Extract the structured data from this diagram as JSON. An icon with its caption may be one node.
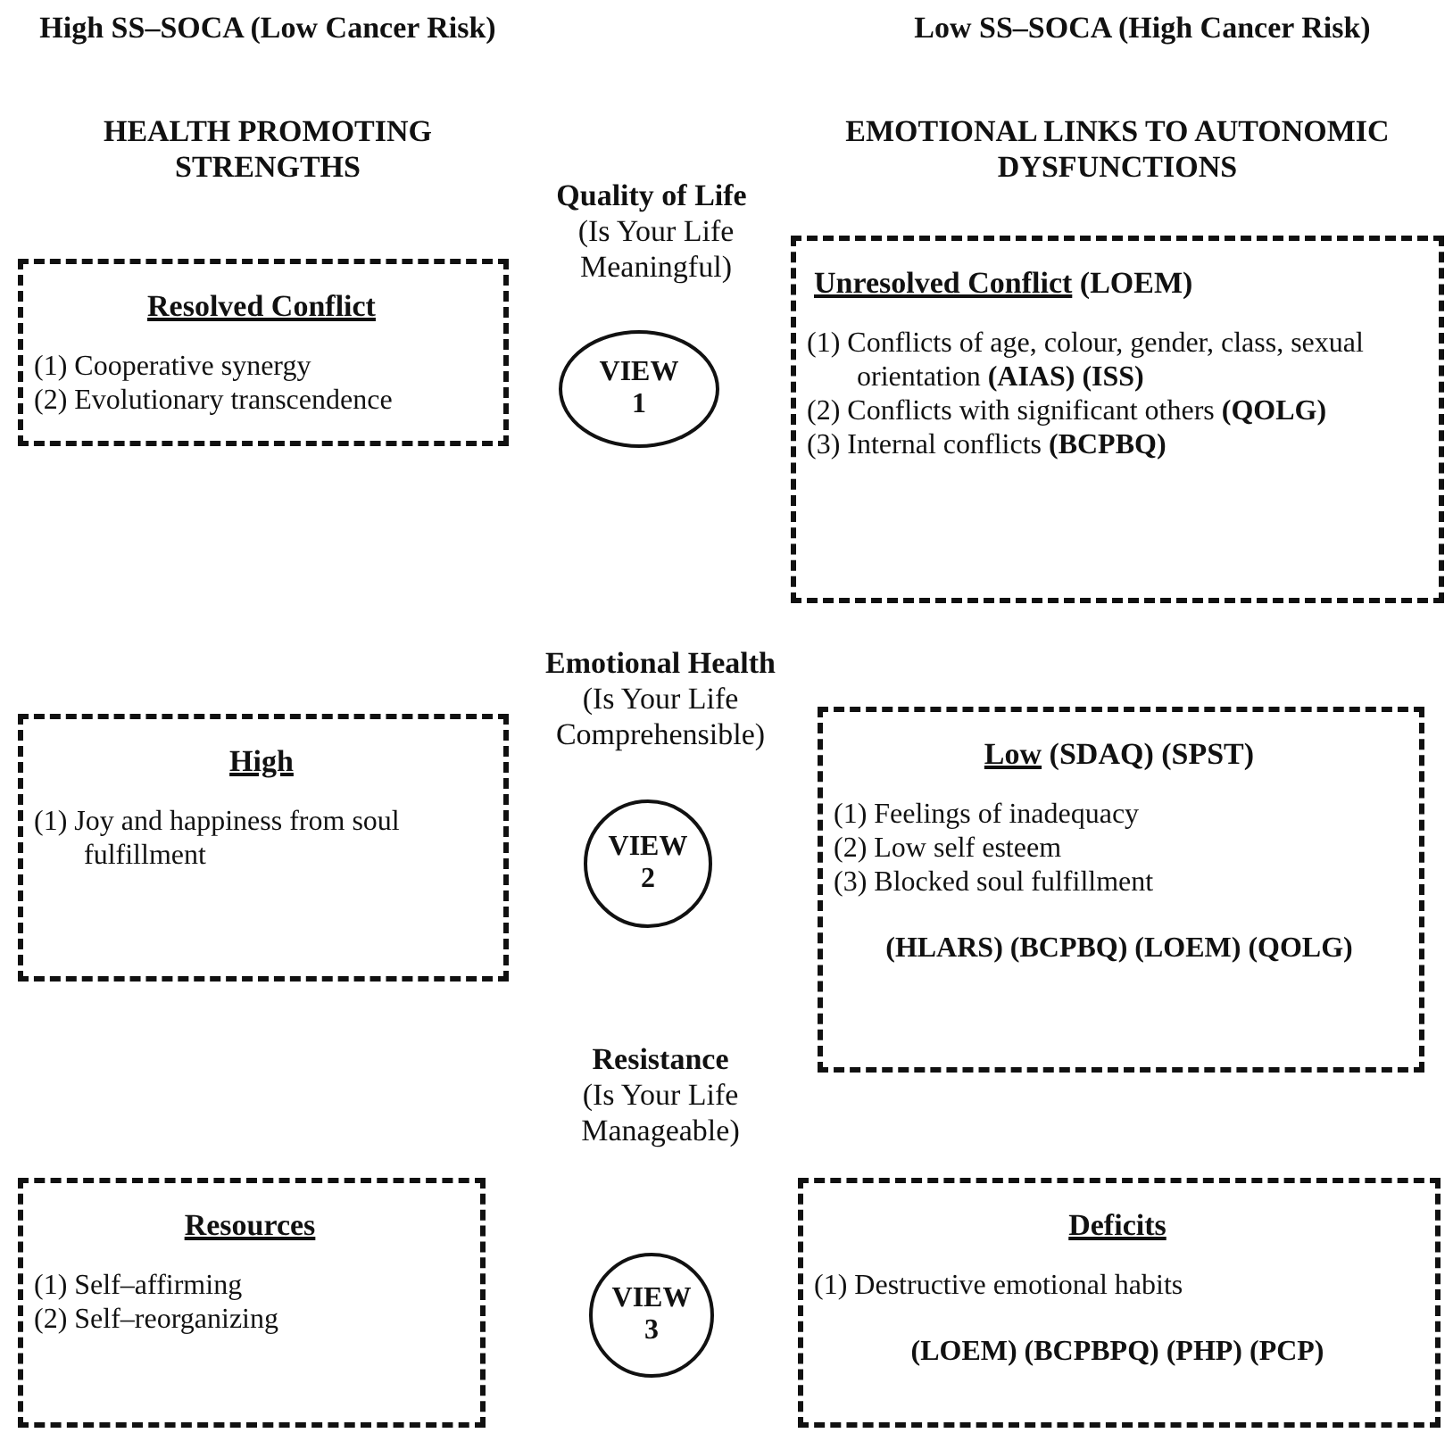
{
  "diagram": {
    "nodes": [
      {
        "text": [
          "Resolved Conflict",
          "(1) Cooperative synergy",
          "(2) Evolutionary transcendence"
        ]
      },
      {
        "text": [
          "VIEW 1"
        ]
      },
      {
        "text": [
          "Unresolved Conflict",
          "(LOEM)",
          "(1) Conflicts of age, colour, gender, class, sexual orientation **(AIAS) (ISS)**",
          "(2) Conflicts with significant others **(QOLG)**",
          "(3) Internal conflicts **(BCPBQ)**"
        ]
      },
      {
        "text": [
          "High",
          "(1) Joy and happiness from soul fulfillment"
        ]
      },
      {
        "text": [
          "VIEW 2"
        ]
      },
      {
        "text": [
          "Low",
          "(SDAQ) (SPST)",
          "(1) Feelings of inadequacy",
          "(2) Low self esteem",
          "(3) Blocked soul fulfillment",
          "(HLARS) (BCPBQ) (LOEM) (QOLG)"
        ]
      },
      {
        "text": [
          "Resources",
          "(1) Self–affirming",
          "(2) Self–reorganizing"
        ]
      },
      {
        "text": [
          "VIEW 3"
        ]
      },
      {
        "text": [
          "Deficits",
          "(1) Destructive emotional habits",
          "(LOEM) (BCPBPQ) (PHP) (PCP)"
        ]
      }
    ],
    "edges": [],
    "labels": [
      "High SS–SOCA (Low Cancer Risk)",
      "Low SS–SOCA (High Cancer Risk)",
      "HEALTH PROMOTING STRENGTHS",
      "EMOTIONAL LINKS TO AUTONOMIC DYSFUNCTIONS",
      "Quality of Life",
      "(Is Your Life Meaningful)",
      "Emotional Health",
      "(Is Your Life Comprehensible)",
      "Resistance",
      "(Is Your Life Manageable)"
    ]
  }
}
